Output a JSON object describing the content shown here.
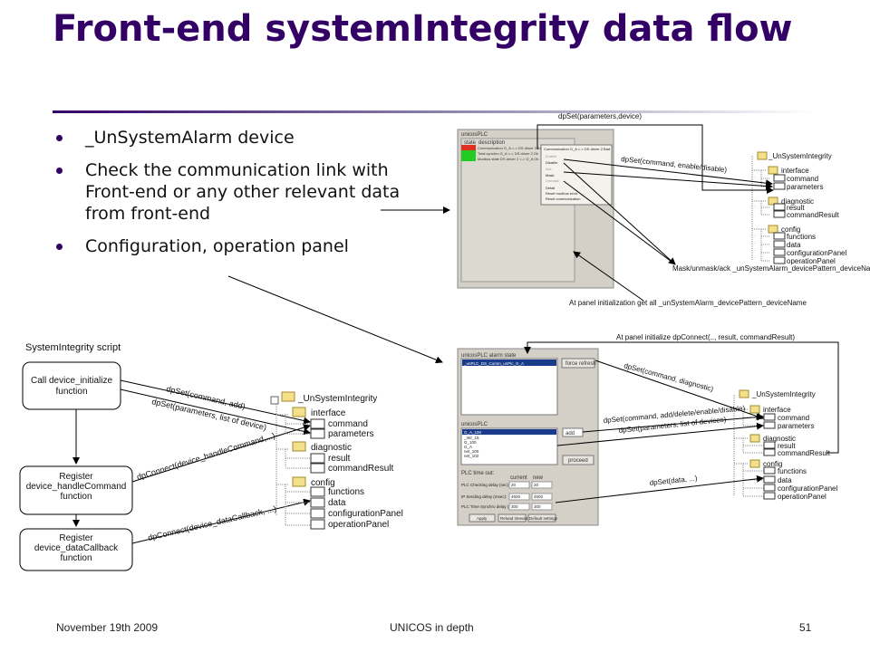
{
  "slide": {
    "title": "Front-end systemIntegrity data flow",
    "bullets": [
      "_UnSystemAlarm device",
      "Check the communication link with Front-end or any other relevant data from front-end",
      "Configuration, operation panel"
    ]
  },
  "diagram_left": {
    "label": "SystemIntegrity script",
    "boxes": [
      "Call device_initialize function",
      "Register device_handleCommand function",
      "Register device_dataCallback function"
    ],
    "arrows": [
      "dpSet(command, add)",
      "dpSet(parameters, list of device)",
      "dpConnect(device_handleCommand,...)",
      "dpConnect(device_dataCallback, ...)"
    ],
    "tree": {
      "root": "_UnSystemIntegrity",
      "nodes": [
        "interface",
        "command",
        "parameters",
        "diagnostic",
        "result",
        "commandResult",
        "config",
        "functions",
        "data",
        "configurationPanel",
        "operationPanel"
      ]
    }
  },
  "panel_top": {
    "window": "unicosPLC",
    "columns": [
      "state",
      "description"
    ],
    "rows": [
      "Communication G_A <-> DS driver 2 Bad",
      "Total synchro G_A <-> DS driver 2 Ok",
      "Modbus state DS driver 2 <-> G_A Ok"
    ],
    "menu": [
      "Communication G_A <-> DS driver 2 Bad",
      "Enable",
      "Disable",
      "Ack",
      "Mask",
      "Unmask",
      "Detail",
      "Reset modbus error",
      "Reset communication"
    ],
    "annotations": [
      "dpSet(parameters,device)",
      "dpSet(command, enable/disable)",
      "Mask/unmask/ack _unSystemAlarm_devicePattern_deviceName",
      "At panel initialization get all _unSystemAlarm_devicePattern_deviceName"
    ],
    "tree": [
      "_UnSystemIntegrity",
      "interface",
      "command",
      "parameters",
      "diagnostic",
      "result",
      "commandResult",
      "config",
      "functions",
      "data",
      "configurationPanel",
      "operationPanel"
    ]
  },
  "panel_bottom": {
    "alarm_label": "unicosPLC alarm state",
    "alarm_item": "_unPLC_DS_Comm_unPlc_G_A",
    "force_button": "force refresh",
    "list_label": "unicosPLC",
    "list_items": [
      "G_A_100",
      "_Intr_15",
      "G_100",
      "G_A",
      "net_100",
      "net_102"
    ],
    "select_value": "add",
    "proceed_button": "proceed",
    "timeout_label": "PLC time out:",
    "timeout_cols": [
      "current",
      "new"
    ],
    "timeout_rows": [
      {
        "label": "PLC Checking delay (sec):",
        "current": "20",
        "new": "20"
      },
      {
        "label": "IP Sending delay (msec):",
        "current": "4500",
        "new": "4500"
      },
      {
        "label": "PLC Time Synchro delay (sec):",
        "current": "300",
        "new": "300"
      }
    ],
    "buttons": [
      "Apply",
      "Reload timeout",
      "Default settings"
    ],
    "annotations": [
      "At panel initialize dpConnect(.., result, commandResult)",
      "dpSet(command, diagnostic)",
      "dpSet(command, add/delete/enable/disable)",
      "dpSet(parameters, list of devices)",
      "dpSet(data, ...)"
    ],
    "tree": [
      "_UnSystemIntegrity",
      "interface",
      "command",
      "parameters",
      "diagnostic",
      "result",
      "commandResult",
      "config",
      "functions",
      "data",
      "configurationPanel",
      "operationPanel"
    ]
  },
  "footer": {
    "date": "November 19th 2009",
    "center": "UNICOS in depth",
    "page": "51"
  },
  "colors": {
    "title": "#330066",
    "bad": "#e03020",
    "ok": "#22cc22",
    "selection": "#1a3a8a"
  }
}
